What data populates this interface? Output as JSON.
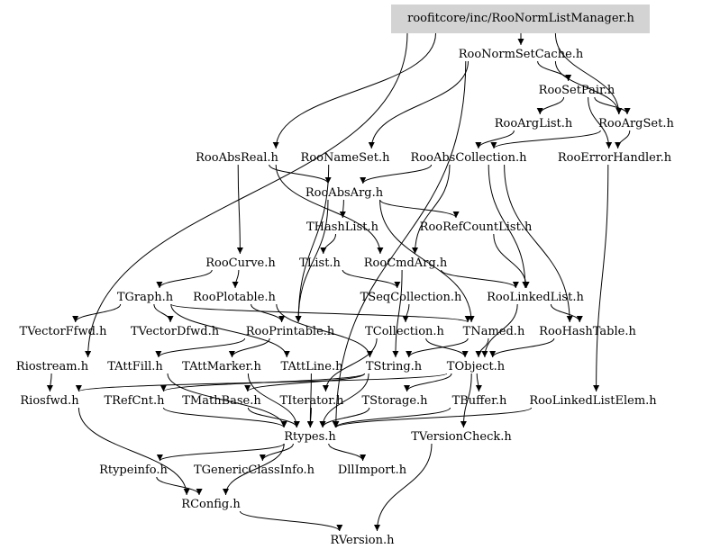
{
  "graph": {
    "root": "roofitcore/inc/RooNormListManager.h",
    "root_fill": "#d3d3d3",
    "nodes": [
      "roofitcore/inc/RooNormListManager.h",
      "RooNormSetCache.h",
      "RooSetPair.h",
      "RooArgList.h",
      "RooArgSet.h",
      "RooAbsReal.h",
      "RooNameSet.h",
      "RooAbsCollection.h",
      "RooErrorHandler.h",
      "RooAbsArg.h",
      "THashList.h",
      "RooRefCountList.h",
      "RooCurve.h",
      "TList.h",
      "RooCmdArg.h",
      "TGraph.h",
      "RooPlotable.h",
      "TSeqCollection.h",
      "RooLinkedList.h",
      "TVectorFfwd.h",
      "TVectorDfwd.h",
      "RooPrintable.h",
      "TCollection.h",
      "TNamed.h",
      "RooHashTable.h",
      "Riostream.h",
      "TAttFill.h",
      "TAttMarker.h",
      "TAttLine.h",
      "TString.h",
      "TObject.h",
      "Riosfwd.h",
      "TRefCnt.h",
      "TMathBase.h",
      "TIterator.h",
      "TStorage.h",
      "TBuffer.h",
      "RooLinkedListElem.h",
      "Rtypes.h",
      "TVersionCheck.h",
      "Rtypeinfo.h",
      "TGenericClassInfo.h",
      "DllImport.h",
      "RConfig.h",
      "RVersion.h"
    ],
    "edges": [
      [
        "roofitcore/inc/RooNormListManager.h",
        "RooNormSetCache.h"
      ],
      [
        "roofitcore/inc/RooNormListManager.h",
        "RooAbsReal.h"
      ],
      [
        "roofitcore/inc/RooNormListManager.h",
        "RooArgSet.h"
      ],
      [
        "roofitcore/inc/RooNormListManager.h",
        "Riostream.h"
      ],
      [
        "RooNormSetCache.h",
        "RooSetPair.h"
      ],
      [
        "RooNormSetCache.h",
        "RooArgSet.h"
      ],
      [
        "RooNormSetCache.h",
        "RooNameSet.h"
      ],
      [
        "RooNormSetCache.h",
        "Rtypes.h"
      ],
      [
        "RooSetPair.h",
        "RooArgList.h"
      ],
      [
        "RooSetPair.h",
        "RooArgSet.h"
      ],
      [
        "RooSetPair.h",
        "RooErrorHandler.h"
      ],
      [
        "RooArgList.h",
        "RooAbsCollection.h"
      ],
      [
        "RooArgSet.h",
        "RooAbsCollection.h"
      ],
      [
        "RooArgSet.h",
        "RooErrorHandler.h"
      ],
      [
        "RooAbsReal.h",
        "RooAbsArg.h"
      ],
      [
        "RooAbsReal.h",
        "RooCurve.h"
      ],
      [
        "RooAbsReal.h",
        "RooCmdArg.h"
      ],
      [
        "RooNameSet.h",
        "RooPrintable.h"
      ],
      [
        "RooAbsCollection.h",
        "RooAbsArg.h"
      ],
      [
        "RooAbsCollection.h",
        "RooCmdArg.h"
      ],
      [
        "RooAbsCollection.h",
        "RooHashTable.h"
      ],
      [
        "RooAbsCollection.h",
        "RooLinkedList.h"
      ],
      [
        "RooErrorHandler.h",
        "RooLinkedListElem.h"
      ],
      [
        "RooAbsArg.h",
        "THashList.h"
      ],
      [
        "RooAbsArg.h",
        "RooRefCountList.h"
      ],
      [
        "RooAbsArg.h",
        "RooPrintable.h"
      ],
      [
        "RooAbsArg.h",
        "TNamed.h"
      ],
      [
        "THashList.h",
        "TList.h"
      ],
      [
        "RooRefCountList.h",
        "RooLinkedList.h"
      ],
      [
        "RooCurve.h",
        "TGraph.h"
      ],
      [
        "RooCurve.h",
        "RooPlotable.h"
      ],
      [
        "TList.h",
        "TSeqCollection.h"
      ],
      [
        "RooCmdArg.h",
        "TString.h"
      ],
      [
        "RooCmdArg.h",
        "RooLinkedList.h"
      ],
      [
        "TGraph.h",
        "TVectorFfwd.h"
      ],
      [
        "TGraph.h",
        "TVectorDfwd.h"
      ],
      [
        "TGraph.h",
        "TNamed.h"
      ],
      [
        "TGraph.h",
        "TAttLine.h"
      ],
      [
        "RooPlotable.h",
        "RooPrintable.h"
      ],
      [
        "RooPlotable.h",
        "TString.h"
      ],
      [
        "TSeqCollection.h",
        "TCollection.h"
      ],
      [
        "RooLinkedList.h",
        "RooHashTable.h"
      ],
      [
        "RooLinkedList.h",
        "TObject.h"
      ],
      [
        "TCollection.h",
        "TObject.h"
      ],
      [
        "TCollection.h",
        "TIterator.h"
      ],
      [
        "TNamed.h",
        "TObject.h"
      ],
      [
        "TNamed.h",
        "TString.h"
      ],
      [
        "RooHashTable.h",
        "TObject.h"
      ],
      [
        "RooPrintable.h",
        "TAttFill.h"
      ],
      [
        "RooPrintable.h",
        "TAttMarker.h"
      ],
      [
        "Riostream.h",
        "Riosfwd.h"
      ],
      [
        "TAttFill.h",
        "Rtypes.h"
      ],
      [
        "TAttMarker.h",
        "Rtypes.h"
      ],
      [
        "TAttLine.h",
        "Rtypes.h"
      ],
      [
        "TString.h",
        "TRefCnt.h"
      ],
      [
        "TString.h",
        "TMathBase.h"
      ],
      [
        "TString.h",
        "Rtypes.h"
      ],
      [
        "TObject.h",
        "TStorage.h"
      ],
      [
        "TObject.h",
        "TBuffer.h"
      ],
      [
        "TObject.h",
        "TVersionCheck.h"
      ],
      [
        "TObject.h",
        "Riosfwd.h"
      ],
      [
        "TRefCnt.h",
        "Rtypes.h"
      ],
      [
        "TMathBase.h",
        "Rtypes.h"
      ],
      [
        "TIterator.h",
        "Rtypes.h"
      ],
      [
        "TStorage.h",
        "Rtypes.h"
      ],
      [
        "TBuffer.h",
        "Rtypes.h"
      ],
      [
        "RooLinkedListElem.h",
        "Rtypes.h"
      ],
      [
        "Riosfwd.h",
        "RConfig.h"
      ],
      [
        "Rtypes.h",
        "Rtypeinfo.h"
      ],
      [
        "Rtypes.h",
        "TGenericClassInfo.h"
      ],
      [
        "Rtypes.h",
        "DllImport.h"
      ],
      [
        "Rtypes.h",
        "RConfig.h"
      ],
      [
        "TVersionCheck.h",
        "RVersion.h"
      ],
      [
        "Rtypeinfo.h",
        "RConfig.h"
      ],
      [
        "RConfig.h",
        "RVersion.h"
      ]
    ]
  }
}
